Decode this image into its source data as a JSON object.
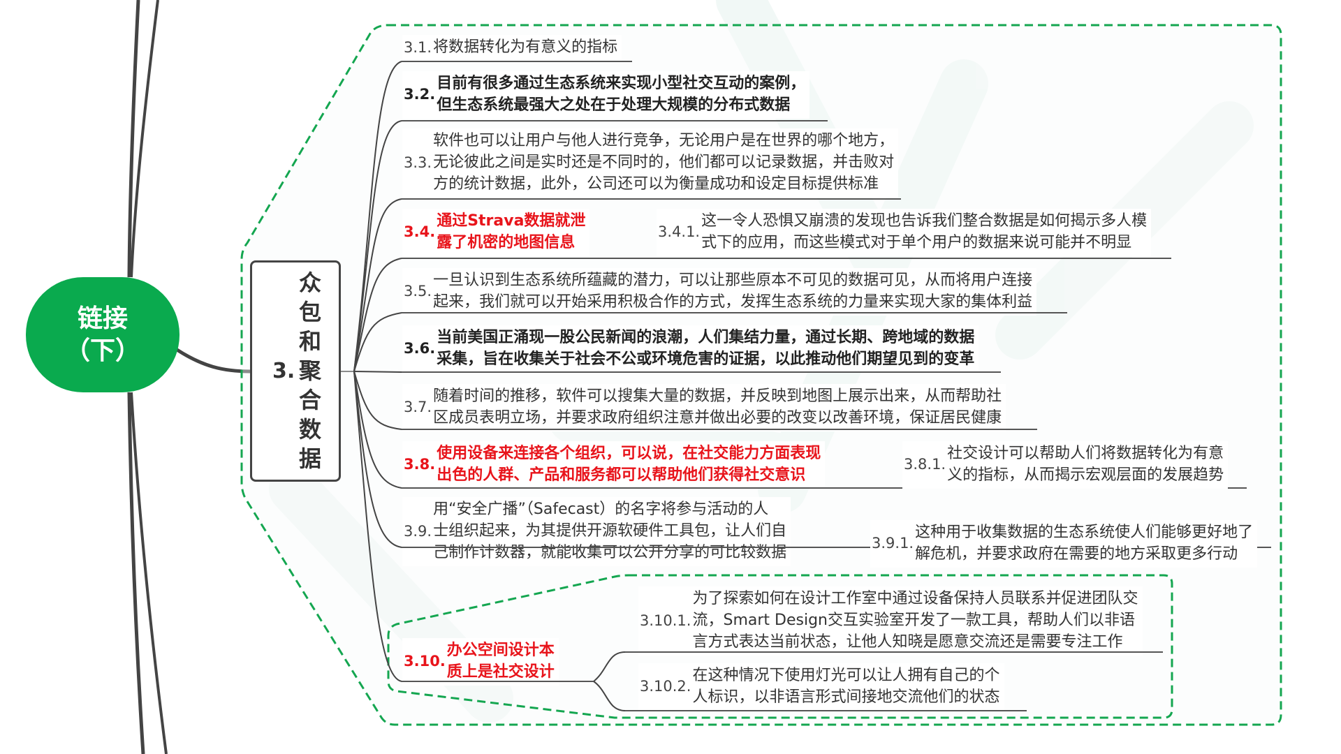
{
  "root": {
    "line1": "链接",
    "line2": "（下）"
  },
  "topic": {
    "number": "3.",
    "chars": [
      "众",
      "包",
      "和",
      "聚",
      "合",
      "数",
      "据"
    ]
  },
  "colors": {
    "root_green": "#0aaa4e",
    "dashed_green": "#14a650",
    "emphasis_red": "#e8141b",
    "line_gray": "#444444"
  },
  "items": [
    {
      "num": "3.1.",
      "text": "将数据转化为有意义的指标",
      "style": "normal"
    },
    {
      "num": "3.2.",
      "text": "目前有很多通过生态系统来实现小型社交互动的案例，\n但生态系统最强大之处在于处理大规模的分布式数据",
      "style": "bold"
    },
    {
      "num": "3.3.",
      "text": "软件也可以让用户与他人进行竞争，无论用户是在世界的哪个地方，\n无论彼此之间是实时还是不同时的，他们都可以记录数据，并击败对\n方的统计数据，此外，公司还可以为衡量成功和设定目标提供标准",
      "style": "normal"
    },
    {
      "num": "3.4.",
      "text": "通过Strava数据就泄\n露了机密的地图信息",
      "style": "red",
      "children": [
        {
          "num": "3.4.1.",
          "text": "这一令人恐惧又崩溃的发现也告诉我们整合数据是如何揭示多人模\n式下的应用，而这些模式对于单个用户的数据来说可能并不明显"
        }
      ]
    },
    {
      "num": "3.5.",
      "text": "一旦认识到生态系统所蕴藏的潜力，可以让那些原本不可见的数据可见，从而将用户连接\n起来，我们就可以开始采用积极合作的方式，发挥生态系统的力量来实现大家的集体利益",
      "style": "normal"
    },
    {
      "num": "3.6.",
      "text": "当前美国正涌现一股公民新闻的浪潮，人们集结力量，通过长期、跨地域的数据\n采集，旨在收集关于社会不公或环境危害的证据，以此推动他们期望见到的变革",
      "style": "bold"
    },
    {
      "num": "3.7.",
      "text": "随着时间的推移，软件可以搜集大量的数据，并反映到地图上展示出来，从而帮助社\n区成员表明立场，并要求政府组织注意并做出必要的改变以改善环境，保证居民健康",
      "style": "normal"
    },
    {
      "num": "3.8.",
      "text": "使用设备来连接各个组织，可以说，在社交能力方面表现\n出色的人群、产品和服务都可以帮助他们获得社交意识",
      "style": "red",
      "children": [
        {
          "num": "3.8.1.",
          "text": "社交设计可以帮助人们将数据转化为有意\n义的指标，从而揭示宏观层面的发展趋势"
        }
      ]
    },
    {
      "num": "3.9.",
      "text": "用“安全广播”（Safecast）的名字将参与活动的人\n士组织起来，为其提供开源软硬件工具包，让人们自\n己制作计数器，就能收集可以公开分享的可比较数据",
      "style": "normal",
      "children": [
        {
          "num": "3.9.1.",
          "text": "这种用于收集数据的生态系统使人们能够更好地了\n解危机，并要求政府在需要的地方采取更多行动"
        }
      ]
    },
    {
      "num": "3.10.",
      "text": "办公空间设计本\n质上是社交设计",
      "style": "red",
      "children": [
        {
          "num": "3.10.1.",
          "text": "为了探索如何在设计工作室中通过设备保持人员联系并促进团队交\n流，Smart Design交互实验室开发了一款工具，帮助人们以非语\n言方式表达当前状态，让他人知晓是愿意交流还是需要专注工作"
        },
        {
          "num": "3.10.2.",
          "text": "在这种情况下使用灯光可以让人拥有自己的个\n人标识，以非语言形式间接地交流他们的状态"
        }
      ]
    }
  ]
}
